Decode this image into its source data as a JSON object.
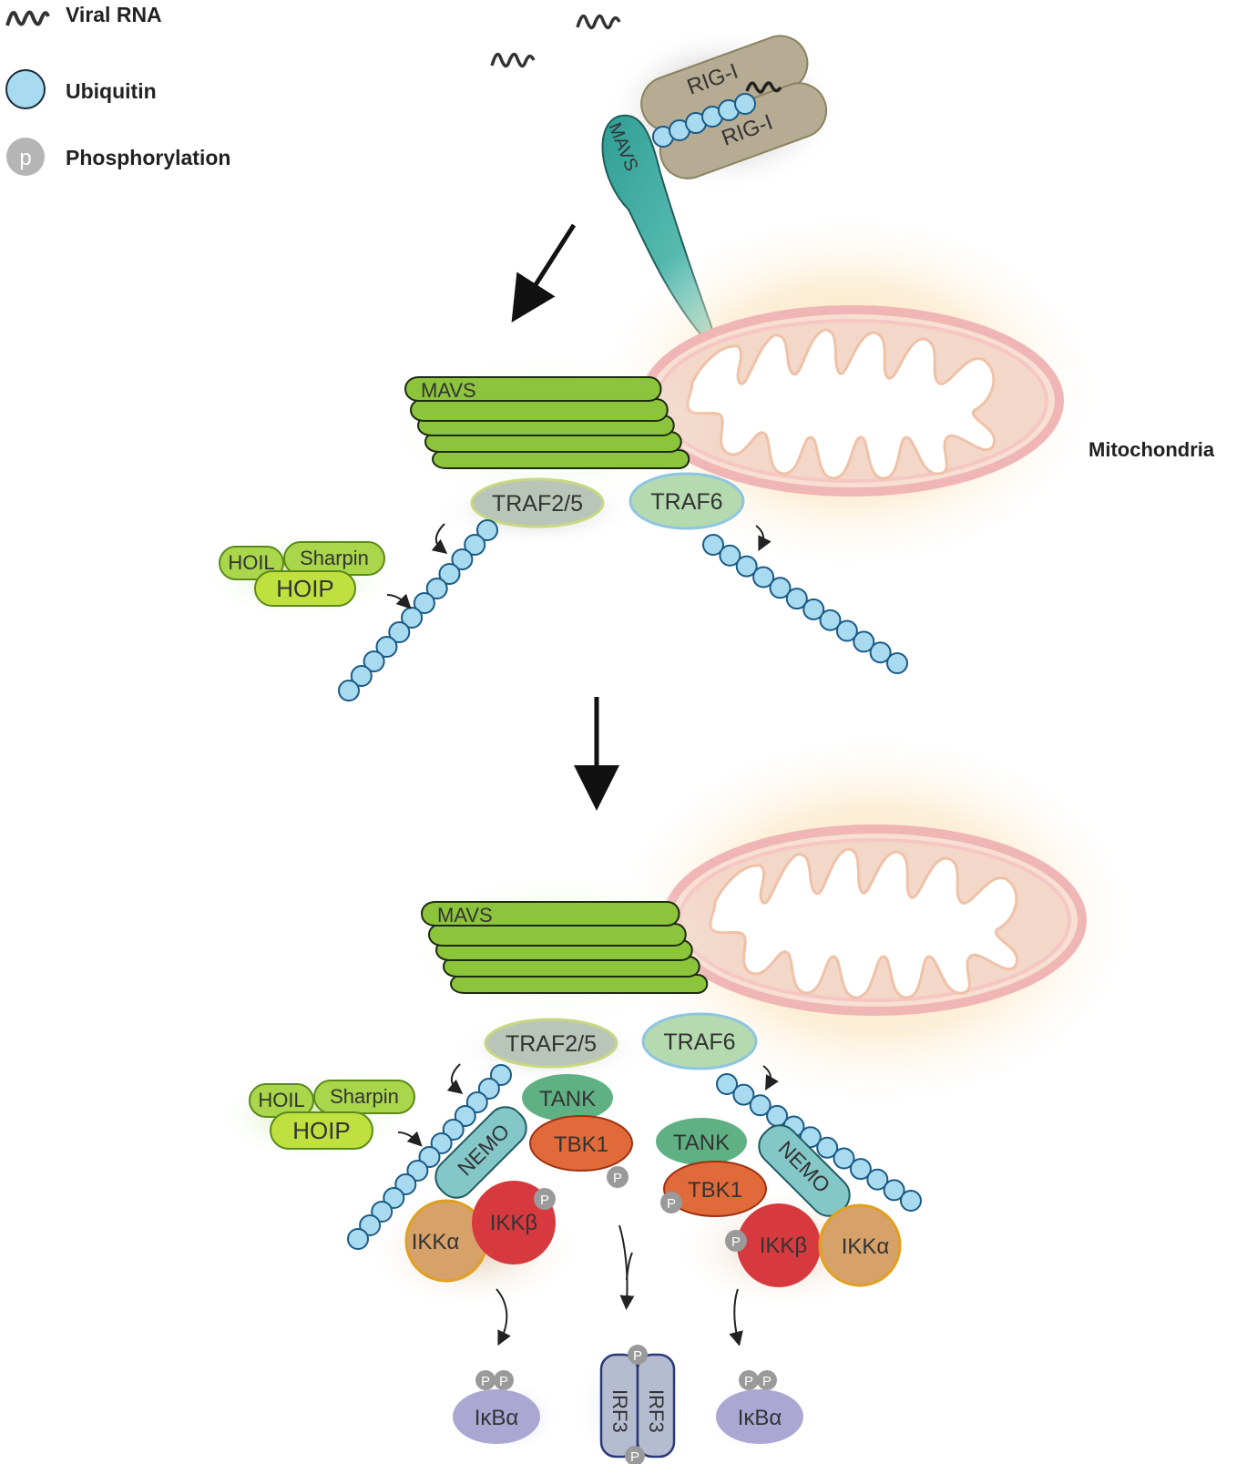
{
  "legend": {
    "viral_rna": "Viral RNA",
    "ubiquitin": "Ubiquitin",
    "phosphorylation": "Phosphorylation",
    "p_symbol": "p"
  },
  "labels": {
    "rig_i_1": "RIG-I",
    "rig_i_2": "RIG-I",
    "mavs_top": "MAVS",
    "mavs_stack_1": "MAVS",
    "mavs_stack_2": "MAVS",
    "mitochondria": "Mitochondria",
    "traf25_1": "TRAF2/5",
    "traf6_1": "TRAF6",
    "hoil_1": "HOIL",
    "sharpin_1": "Sharpin",
    "hoip_1": "HOIP",
    "traf25_2": "TRAF2/5",
    "traf6_2": "TRAF6",
    "hoil_2": "HOIL",
    "sharpin_2": "Sharpin",
    "hoip_2": "HOIP",
    "tank_left": "TANK",
    "tbk1_left": "TBK1",
    "nemo_left": "NEMO",
    "ikkb_left": "IKKβ",
    "ikka_left": "IKKα",
    "tank_right": "TANK",
    "tbk1_right": "TBK1",
    "nemo_right": "NEMO",
    "ikkb_right": "IKKβ",
    "ikka_right": "IKKα",
    "ikba_left": "IκBα",
    "irf3_a": "IRF3",
    "irf3_b": "IRF3",
    "ikba_right": "IκBα",
    "p": "P"
  },
  "colors": {
    "ubiquitin": "#a8daf0",
    "ubiquitin_stroke": "#1a5a85",
    "rig_i": "#b6ab93",
    "mavs_teal": "#3fb2a6",
    "mavs_green": "#8cc43c",
    "hoil_group": "#a9d64a",
    "traf25": "#b9c5b9",
    "traf6": "#b5dab0",
    "tank": "#5fb184",
    "tbk1": "#e06a3a",
    "nemo": "#84c7c9",
    "ikkb": "#d63a3e",
    "ikka": "#d7a16a",
    "ikba": "#aaa8d2",
    "irf3": "#b6bcd0",
    "phospho": "#9a9a9a",
    "mito_membrane": "#f0b6b6"
  }
}
